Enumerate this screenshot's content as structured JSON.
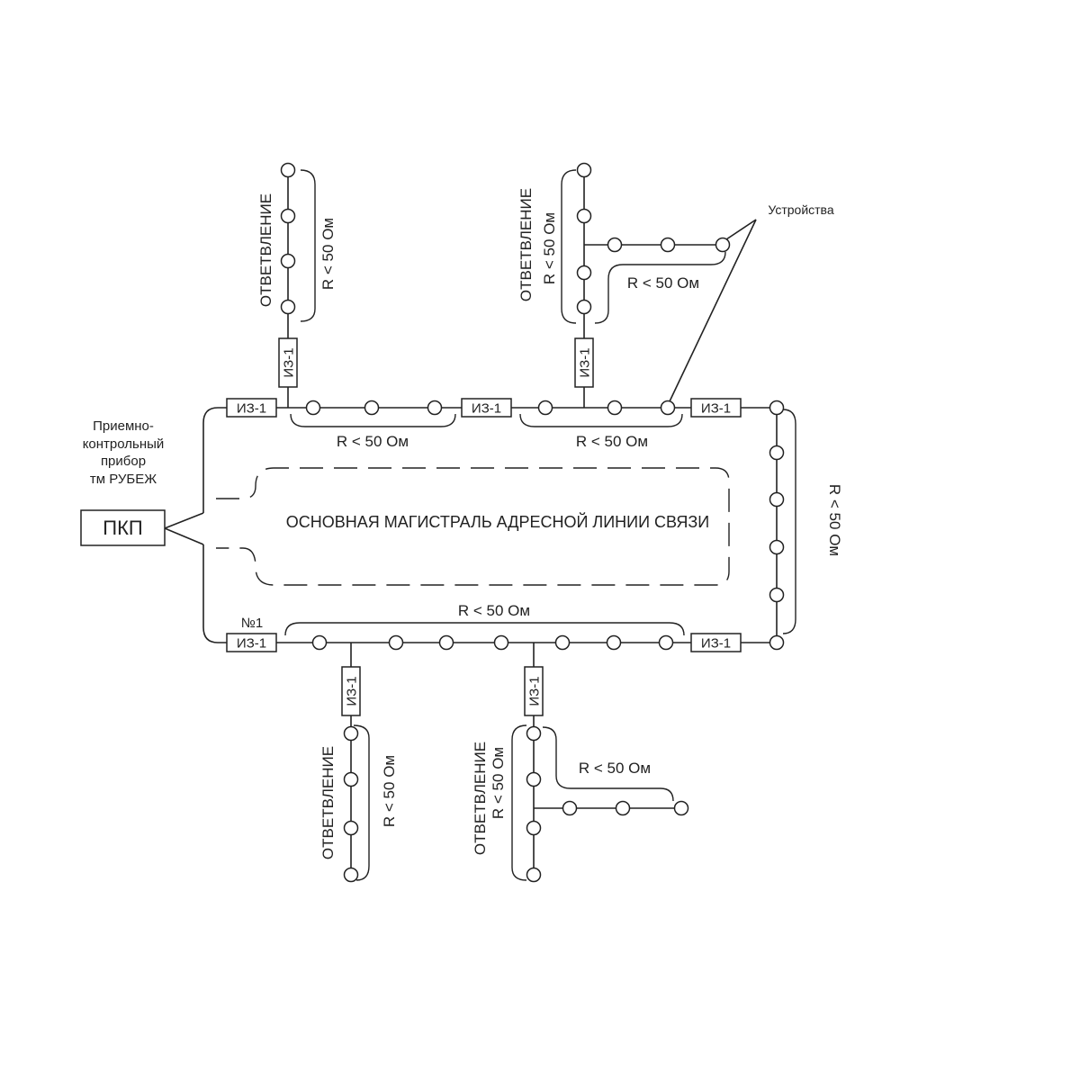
{
  "panel": {
    "caption_lines": [
      "Приемно-",
      "контрольный",
      "прибор",
      "тм РУБЕЖ"
    ],
    "label": "ПКП"
  },
  "main_line": {
    "label": "ОСНОВНАЯ МАГИСТРАЛЬ АДРЕСНОЙ ЛИНИИ СВЯЗИ"
  },
  "isolator_label": "ИЗ-1",
  "isolator_number": "№1",
  "branch_label": "ОТВЕТВЛЕНИЕ",
  "resistance_label": "R < 50 Ом",
  "devices_label": "Устройства"
}
